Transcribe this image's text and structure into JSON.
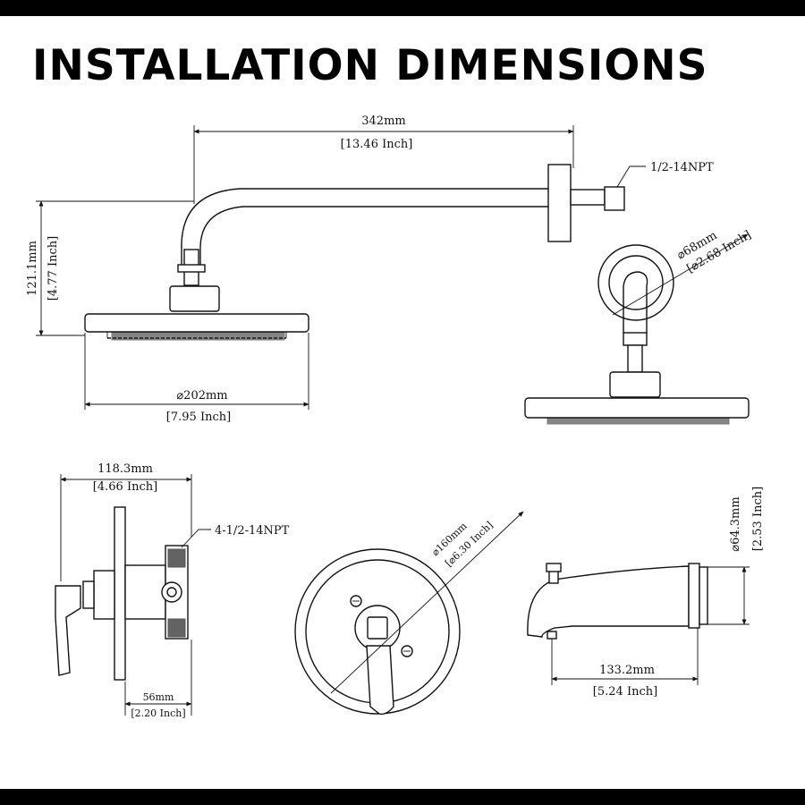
{
  "header": {
    "title": "INSTALLATION DIMENSIONS"
  },
  "shower_arm": {
    "length_mm": "342mm",
    "length_in": "[13.46 Inch]",
    "thread": "1/2-14NPT",
    "height_mm": "121.1mm",
    "height_in": "[4.77 Inch]"
  },
  "shower_head": {
    "diameter_mm": "⌀202mm",
    "diameter_in": "[7.95 Inch]"
  },
  "flange": {
    "diameter_mm": "⌀68mm",
    "diameter_in": "[⌀2.68 Inch]"
  },
  "valve": {
    "depth_mm": "118.3mm",
    "depth_in": "[4.66 Inch]",
    "thread": "4-1/2-14NPT",
    "body_mm": "56mm",
    "body_in": "[2.20 Inch]"
  },
  "trim_plate": {
    "diameter_mm": "⌀160mm",
    "diameter_in": "[⌀6.30 Inch]"
  },
  "tub_spout": {
    "length_mm": "133.2mm",
    "length_in": "[5.24 Inch]",
    "height_mm": "⌀64.3mm",
    "height_in": "[2.53 Inch]"
  }
}
